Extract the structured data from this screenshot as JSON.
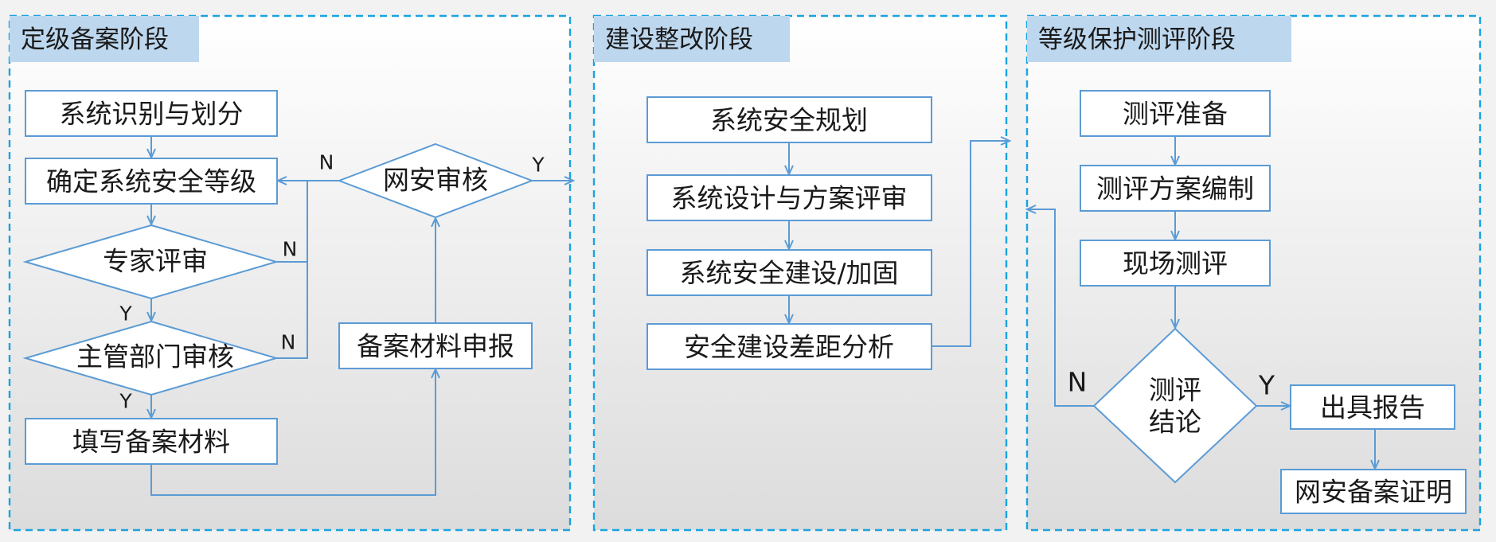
{
  "colors": {
    "panel_border": "#1aa3e0",
    "title_bg": "#bdd7ee",
    "node_stroke": "#5b9bd5",
    "node_fill": "#ffffff",
    "arrow": "#5b9bd5",
    "background": "#f2f2f2"
  },
  "stages": {
    "grading": {
      "title": "定级备案阶段",
      "nodes": {
        "system_identify": "系统识别与划分",
        "determine_level": "确定系统安全等级",
        "expert_review": "专家评审",
        "authority_review": "主管部门审核",
        "fill_materials": "填写备案材料",
        "submit_materials": "备案材料申报",
        "police_review": "网安审核"
      },
      "labels": {
        "police_no": "N",
        "police_yes": "Y",
        "expert_no": "N",
        "expert_yes": "Y",
        "authority_no": "N",
        "authority_yes": "Y"
      }
    },
    "construction": {
      "title": "建设整改阶段",
      "nodes": {
        "security_planning": "系统安全规划",
        "design_review": "系统设计与方案评审",
        "build_harden": "系统安全建设/加固",
        "gap_analysis": "安全建设差距分析"
      }
    },
    "assessment": {
      "title": "等级保护测评阶段",
      "nodes": {
        "prepare": "测评准备",
        "plan": "测评方案编制",
        "onsite": "现场测评",
        "conclusion_line1": "测评",
        "conclusion_line2": "结论",
        "issue_report": "出具报告",
        "certificate": "网安备案证明"
      },
      "labels": {
        "conclusion_no": "N",
        "conclusion_yes": "Y"
      }
    }
  }
}
